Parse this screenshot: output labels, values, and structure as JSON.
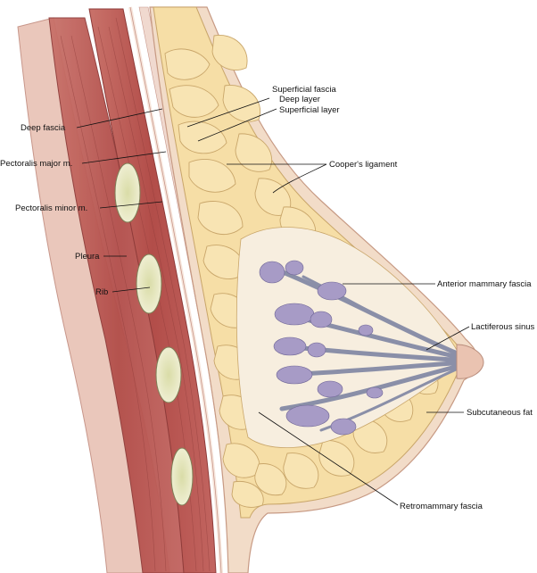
{
  "labels": {
    "deep_fascia": "Deep fascia",
    "pectoralis_major": "Pectoralis major m.",
    "pectoralis_minor": "Pectoralis minor m.",
    "pleura": "Pleura",
    "rib": "Rib",
    "superficial_fascia": "Superficial fascia",
    "deep_layer": "Deep layer",
    "superficial_layer": "Superficial layer",
    "coopers_ligament": "Cooper's ligament",
    "anterior_mammary_fascia": "Anterior mammary fascia",
    "lactiferous_sinus": "Lactiferous sinus",
    "subcutaneous_fat": "Subcutaneous fat",
    "retromammary_fascia": "Retromammary fascia"
  },
  "colors": {
    "background": "#ffffff",
    "skin": "#f2dcc8",
    "skin_edge": "#c79a84",
    "muscle": "#b5544f",
    "muscle_dark": "#8e3b39",
    "fat_lobule": "#f6dea6",
    "fat_edge": "#c9a66a",
    "gland_stroma": "#f7eedf",
    "gland_lobule": "#a79bc6",
    "duct": "#8a8fa8",
    "rib": "#e6e6c2"
  }
}
